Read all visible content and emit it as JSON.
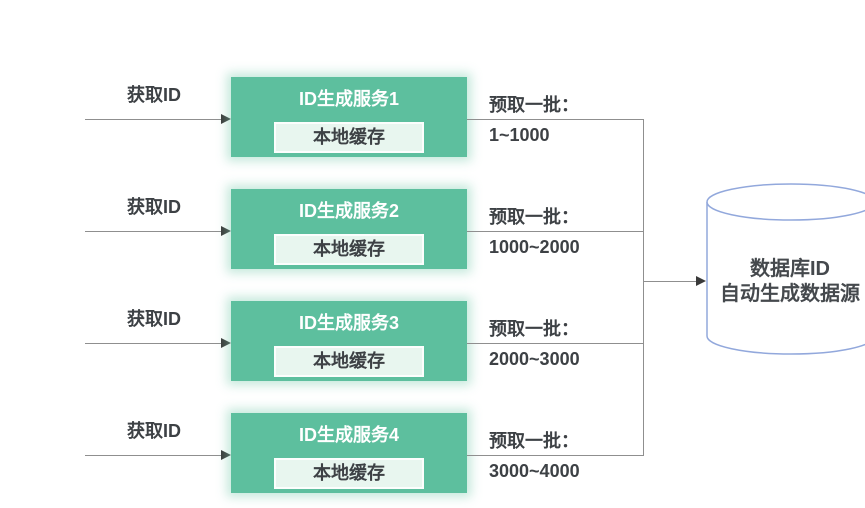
{
  "diagram": {
    "rows": [
      {
        "left_label": "获取ID",
        "service_name": "ID生成服务1",
        "cache_label": "本地缓存",
        "prefetch_label": "预取一批：",
        "range": "1~1000"
      },
      {
        "left_label": "获取ID",
        "service_name": "ID生成服务2",
        "cache_label": "本地缓存",
        "prefetch_label": "预取一批：",
        "range": "1000~2000"
      },
      {
        "left_label": "获取ID",
        "service_name": "ID生成服务3",
        "cache_label": "本地缓存",
        "prefetch_label": "预取一批：",
        "range": "2000~3000"
      },
      {
        "left_label": "获取ID",
        "service_name": "ID生成服务4",
        "cache_label": "本地缓存",
        "prefetch_label": "预取一批：",
        "range": "3000~4000"
      }
    ],
    "database": {
      "line1": "数据库ID",
      "line2": "自动生成数据源"
    },
    "colors": {
      "service_fill": "#5dbf9e",
      "cache_fill": "#e8f6ef",
      "service_text": "#ffffff",
      "label_text": "#3d4145",
      "connector_line": "#8f8f8f",
      "arrowhead": "#3a3a3a",
      "cylinder_stroke": "#92a8dc",
      "cylinder_fill": "#ffffff"
    }
  }
}
